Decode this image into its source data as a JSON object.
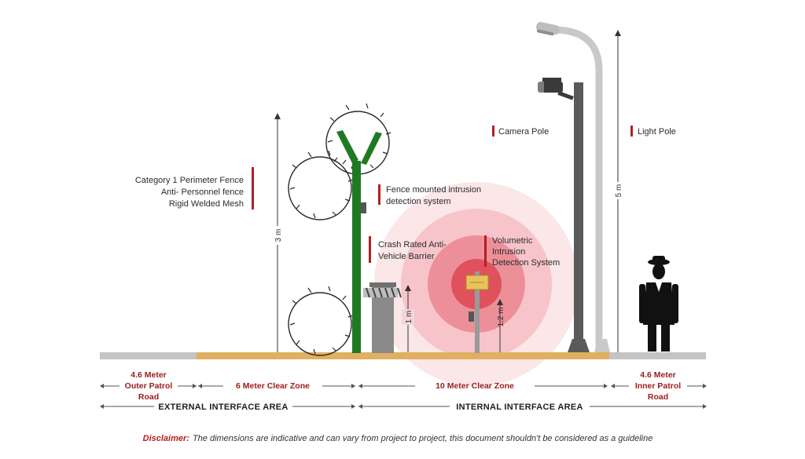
{
  "labels": {
    "fence_category": [
      "Category 1 Perimeter Fence",
      "Anti- Personnel fence",
      "Rigid Welded Mesh"
    ],
    "fence_intrusion": [
      "Fence mounted intrusion",
      "detection system"
    ],
    "vehicle_barrier": [
      "Crash Rated Anti-",
      "Vehicle Barrier"
    ],
    "volumetric": [
      "Volumetric",
      "Intrusion",
      "Detection System"
    ],
    "camera_pole": "Camera Pole",
    "light_pole": "Light Pole"
  },
  "dimensions": {
    "fence_height": "3 m",
    "barrier_height": "1 m",
    "sensor_height": "1.2 m",
    "light_pole_height": "5 m"
  },
  "zones": {
    "outer_patrol": [
      "4.6 Meter",
      "Outer Patrol",
      "Road"
    ],
    "clear_zone_6": "6 Meter Clear Zone",
    "clear_zone_10": "10 Meter Clear Zone",
    "inner_patrol": [
      "4.6 Meter",
      "Inner Patrol",
      "Road"
    ]
  },
  "areas": {
    "external": "EXTERNAL INTERFACE AREA",
    "internal": "INTERNAL INTERFACE AREA"
  },
  "disclaimer": {
    "prefix": "Disclaimer:",
    "text": "The dimensions are indicative and can vary from project to project, this document shouldn't be considered as a guideline"
  },
  "colors": {
    "accent": "#b3201f",
    "fence_green": "#1e7a22",
    "ground_sand": "#e0b060",
    "ground_road": "#c4c4c4",
    "pole_dark": "#5a5a5a",
    "pole_light": "#c9c9c9"
  }
}
